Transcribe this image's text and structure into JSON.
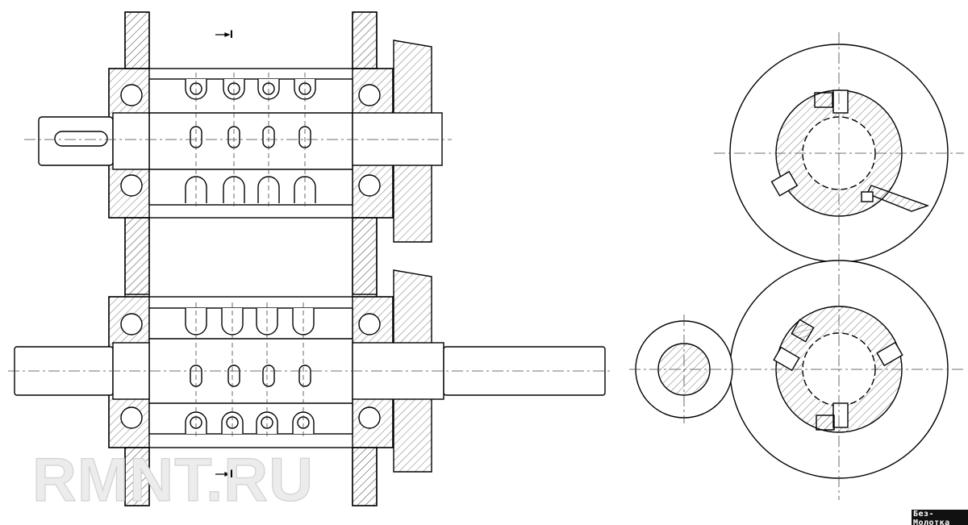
{
  "drawing": {
    "section_mark_top": "I",
    "section_mark_bottom": "I",
    "watermark": "RMNT.RU",
    "logo": "Без-Молотка"
  }
}
